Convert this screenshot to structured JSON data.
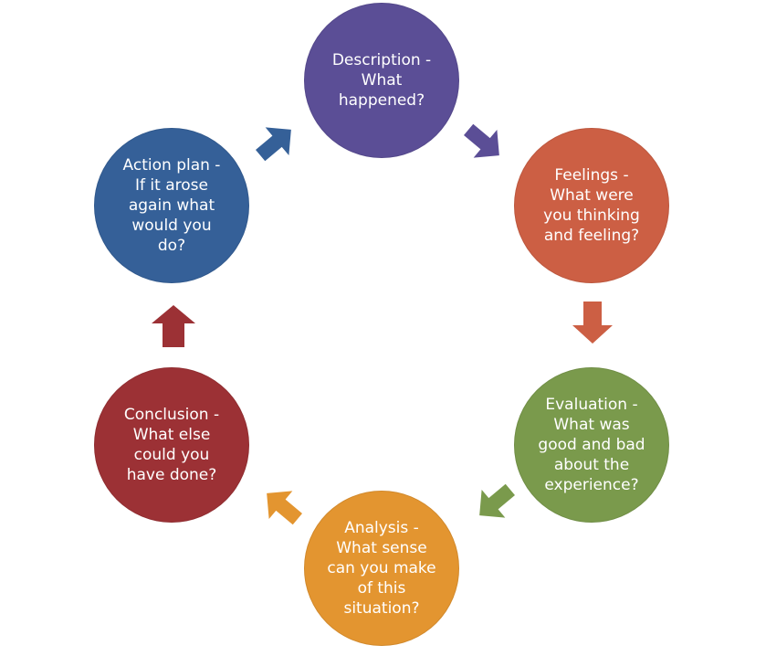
{
  "nodes": {
    "description": {
      "label": "Description -\nWhat\nhappened?",
      "color": "#5B4E96"
    },
    "feelings": {
      "label": "Feelings -\nWhat were\nyou thinking\nand feeling?",
      "color": "#CC5F44"
    },
    "evaluation": {
      "label": "Evaluation -\nWhat was\ngood and bad\nabout the\nexperience?",
      "color": "#7A9A4C"
    },
    "analysis": {
      "label": "Analysis -\nWhat sense\ncan you make\nof this\nsituation?",
      "color": "#E39530"
    },
    "conclusion": {
      "label": "Conclusion -\nWhat else\ncould you\nhave done?",
      "color": "#9C3135"
    },
    "action": {
      "label": "Action plan -\nIf it arose\nagain what\nwould you\ndo?",
      "color": "#356098"
    }
  },
  "arrows": {
    "description_to_feelings": {
      "color": "#5B4E96"
    },
    "feelings_to_evaluation": {
      "color": "#CC5F44"
    },
    "evaluation_to_analysis": {
      "color": "#7A9A4C"
    },
    "analysis_to_conclusion": {
      "color": "#E39530"
    },
    "conclusion_to_action": {
      "color": "#9C3135"
    },
    "action_to_description": {
      "color": "#356098"
    }
  }
}
